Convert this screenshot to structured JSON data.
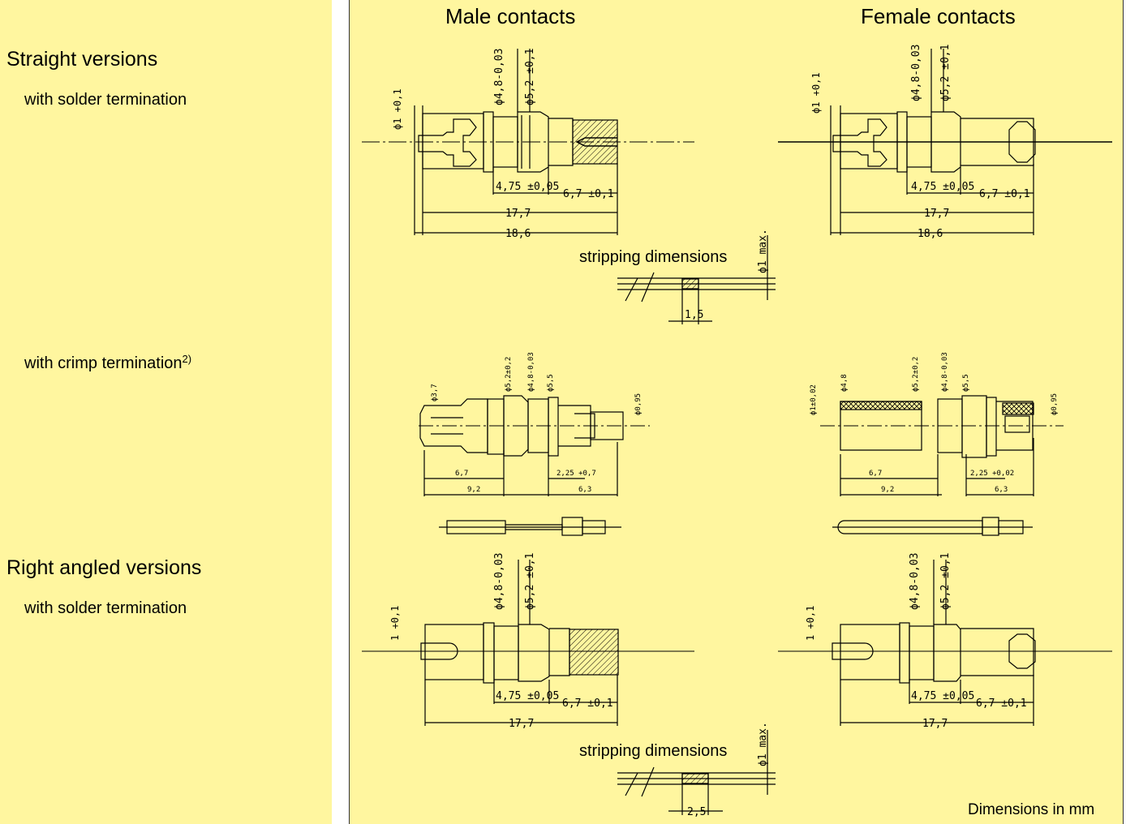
{
  "left": {
    "straight_title": "Straight versions",
    "solder_label": "with solder termination",
    "crimp_label": "with crimp termination",
    "crimp_footnote": "2)",
    "angled_title": "Right angled versions",
    "angled_solder_label": "with solder termination"
  },
  "columns": {
    "male": "Male contacts",
    "female": "Female contacts"
  },
  "stripping": {
    "label_1": "stripping dimensions",
    "label_2": "stripping dimensions"
  },
  "footer": {
    "units": "Dimensions in mm"
  },
  "dims": {
    "d1": "ϕ1 +0,1",
    "d48": "ϕ4,8-0,03",
    "d52": "ϕ5,2 ±0,1",
    "l475": "4,75 ±0,05",
    "l67": "6,7 ±0,1",
    "l177": "17,7",
    "l186": "18,6",
    "strip_max": "ϕ1 max.",
    "strip_15": "1,5",
    "strip_25": "2,5",
    "angled_1": "1 +0,1",
    "c_37": "ϕ3,7",
    "c_52": "ϕ5,2±0,2",
    "c_48": "ϕ4,8-0,03",
    "c_55": "ϕ5,5",
    "c_095": "ϕ0,95",
    "c_67": "6,7",
    "c_92": "9,2",
    "c_225": "2,25 +0,7",
    "c_63": "6,3",
    "cf_1": "ϕ1±0,02",
    "cf_48": "ϕ4,8",
    "cf_225": "2,25 +0,02"
  },
  "colors": {
    "panel": "#fff69f",
    "line": "#000000"
  }
}
